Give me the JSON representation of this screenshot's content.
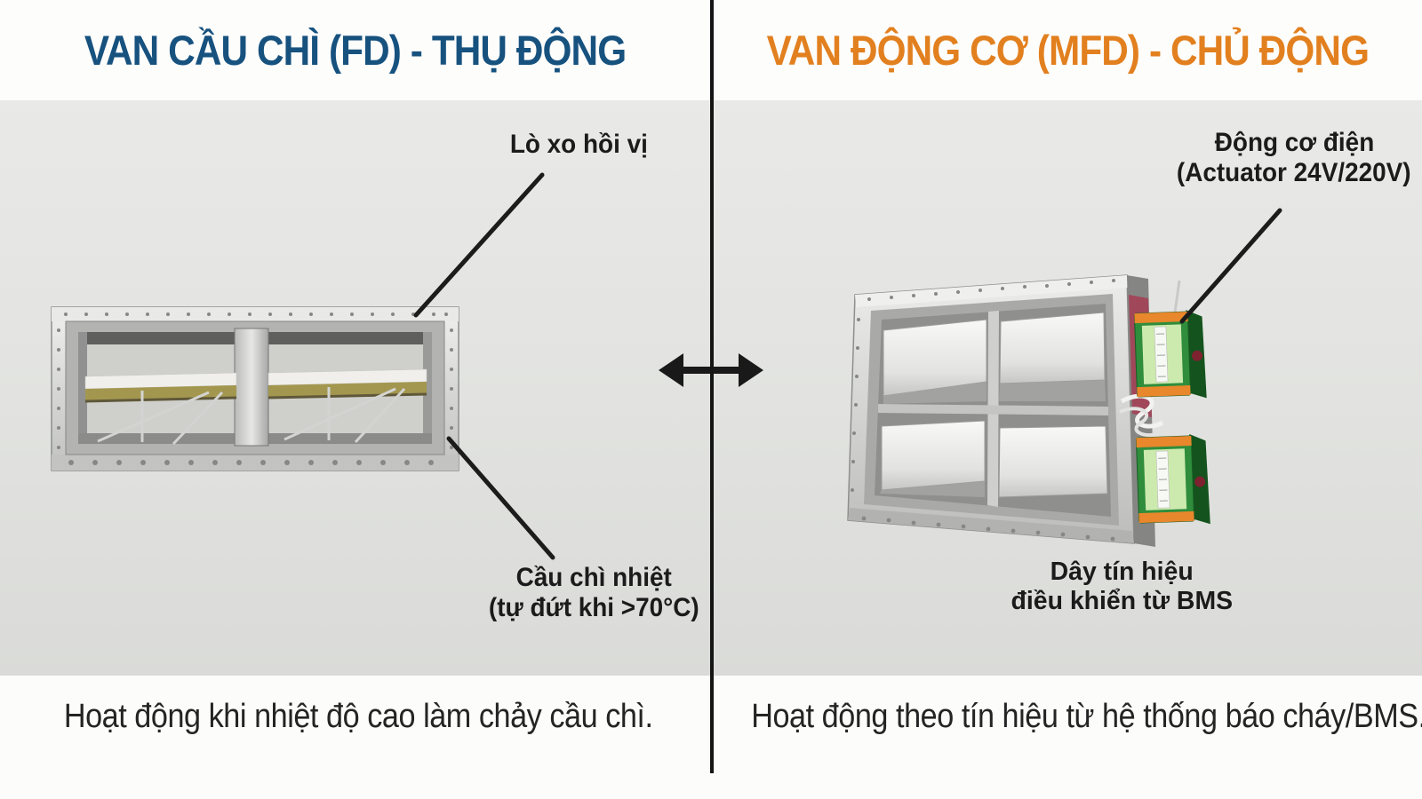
{
  "meta": {
    "type": "comparison-infographic",
    "subject": "fire damper passive vs motorized comparison"
  },
  "colors": {
    "left_title": "#17527f",
    "right_title": "#e2801f",
    "text_dark": "#1b1b1b",
    "divider": "#151515",
    "photo_background": "#e3e4e1",
    "banner": "#fdfdfc",
    "metal_silver": "#d5d6d4",
    "blade_brass": "#a3974f",
    "actuator_green": "#2f8d3b",
    "actuator_label_green": "#cdeaae",
    "actuator_orange": "#e8872c"
  },
  "left_panel": {
    "title": "VAN CẦU CHÌ (FD) - THỤ ĐỘNG",
    "callouts": [
      {
        "id": "spring",
        "lines": [
          "Lò xo hồi vị"
        ]
      },
      {
        "id": "thermal-fuse",
        "lines": [
          "Cầu chì nhiệt",
          "(tự đứt khi >70°C)"
        ]
      }
    ],
    "caption": "Hoạt động khi nhiệt độ cao làm chảy cầu chì."
  },
  "right_panel": {
    "title": "VAN ĐỘNG CƠ (MFD) - CHỦ ĐỘNG",
    "callouts": [
      {
        "id": "actuator",
        "lines": [
          "Động cơ điện",
          "(Actuator 24V/220V)"
        ]
      },
      {
        "id": "bms-signal",
        "lines": [
          "Dây tín hiệu",
          "điều khiển từ BMS"
        ]
      }
    ],
    "caption": "Hoạt động theo tín hiệu từ hệ thống báo cháy/BMS."
  },
  "icons": {
    "exchange_arrow": "double-headed-horizontal-arrow"
  }
}
